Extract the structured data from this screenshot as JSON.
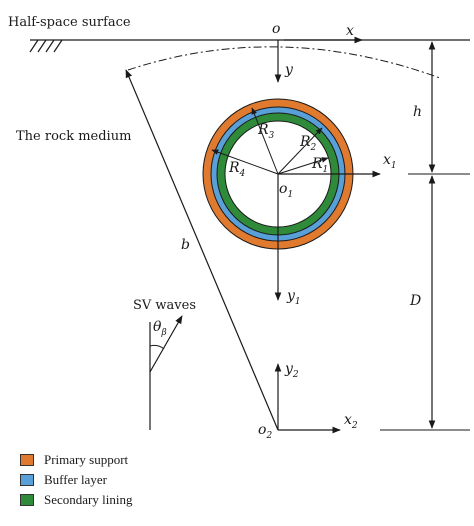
{
  "labels": {
    "surface": "Half-space surface",
    "medium": "The rock medium",
    "sv_waves": "SV waves",
    "theta": "θ",
    "theta_sub": "β",
    "origin": "o",
    "x": "x",
    "y": "y",
    "x1": "x",
    "x1_sub": "1",
    "y1": "y",
    "y1_sub": "1",
    "o1": "o",
    "o1_sub": "1",
    "o2": "o",
    "o2_sub": "2",
    "x2": "x",
    "x2_sub": "2",
    "y2": "y",
    "y2_sub": "2",
    "R1": "R",
    "R1_sub": "1",
    "R2": "R",
    "R2_sub": "2",
    "R3": "R",
    "R3_sub": "3",
    "R4": "R",
    "R4_sub": "4",
    "h": "h",
    "D": "D",
    "b": "b"
  },
  "colors": {
    "primary_support": "#e07a2e",
    "buffer_layer": "#5aa0d8",
    "secondary_lining": "#2f8a3a",
    "line": "#1a1a1a"
  },
  "legend": [
    {
      "label": "Primary support",
      "color": "#e07a2e"
    },
    {
      "label": "Buffer layer",
      "color": "#5aa0d8"
    },
    {
      "label": "Secondary lining",
      "color": "#2f8a3a"
    }
  ]
}
